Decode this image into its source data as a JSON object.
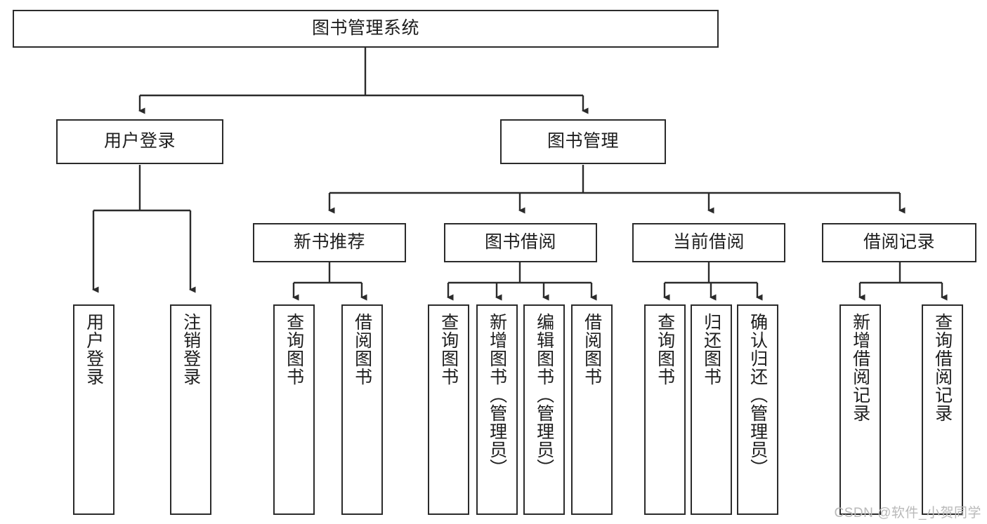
{
  "diagram": {
    "type": "tree",
    "title": "图书管理系统",
    "orientation": "top-down",
    "style": {
      "box_border_color": "#2b2b2b",
      "box_fill": "#ffffff",
      "connector_color": "#2b2b2b",
      "text_color": "#1d1d1d",
      "background": "#ffffff"
    },
    "levels": {
      "root": {
        "label": "图书管理系统"
      },
      "level2": [
        {
          "label": "用户登录"
        },
        {
          "label": "图书管理"
        }
      ],
      "level3": [
        {
          "label": "新书推荐"
        },
        {
          "label": "图书借阅"
        },
        {
          "label": "当前借阅"
        },
        {
          "label": "借阅记录"
        }
      ],
      "leaves": {
        "user_login": [
          {
            "label": "用户登录"
          },
          {
            "label": "注销登录"
          }
        ],
        "new_book_recommend": [
          {
            "label": "查询图书"
          },
          {
            "label": "借阅图书"
          }
        ],
        "book_borrow": [
          {
            "label": "查询图书"
          },
          {
            "label": "新增图书（管理员）"
          },
          {
            "label": "编辑图书（管理员）"
          },
          {
            "label": "借阅图书"
          }
        ],
        "current_borrow": [
          {
            "label": "查询图书"
          },
          {
            "label": "归还图书"
          },
          {
            "label": "确认归还（管理员）"
          }
        ],
        "borrow_record": [
          {
            "label": "新增借阅记录"
          },
          {
            "label": "查询借阅记录"
          }
        ]
      }
    }
  },
  "watermark": {
    "text": "CSDN @软件_小贺同学"
  }
}
